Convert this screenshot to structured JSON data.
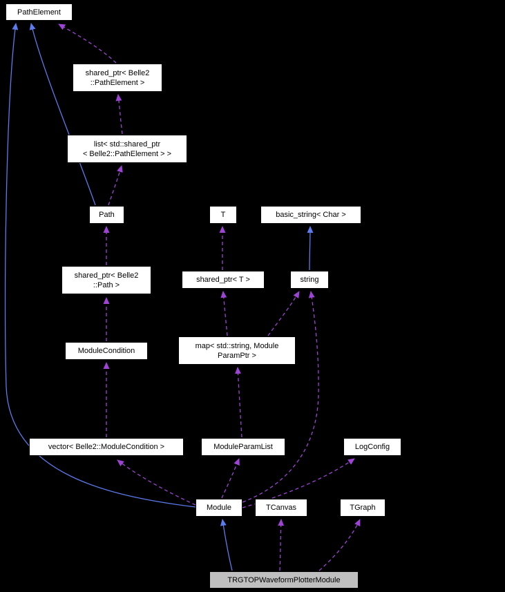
{
  "diagram_type": "collaboration-graph",
  "nodes": {
    "pathelement": {
      "label": "PathElement"
    },
    "shared_ptr_pathelement": {
      "label": "shared_ptr< Belle2\n::PathElement >"
    },
    "list_shared_ptr_pathelement": {
      "label": "list< std::shared_ptr\n< Belle2::PathElement > >"
    },
    "path": {
      "label": "Path"
    },
    "shared_ptr_path": {
      "label": "shared_ptr< Belle2\n::Path >"
    },
    "modulecondition": {
      "label": "ModuleCondition"
    },
    "vector_modulecondition": {
      "label": "vector< Belle2::ModuleCondition >"
    },
    "t": {
      "label": "T"
    },
    "shared_ptr_t": {
      "label": "shared_ptr< T >"
    },
    "map_moduleparamptr": {
      "label": "map< std::string, Module\nParamPtr >"
    },
    "moduleparamlist": {
      "label": "ModuleParamList"
    },
    "basic_string_char": {
      "label": "basic_string< Char >"
    },
    "string": {
      "label": "string"
    },
    "logconfig": {
      "label": "LogConfig"
    },
    "module": {
      "label": "Module"
    },
    "tcanvas": {
      "label": "TCanvas"
    },
    "tgraph": {
      "label": "TGraph"
    },
    "trgtopwaveformplottermodule": {
      "label": "TRGTOPWaveformPlotterModule"
    }
  },
  "edges": [
    {
      "from": "shared_ptr_pathelement",
      "to": "pathelement",
      "type": "usage"
    },
    {
      "from": "list_shared_ptr_pathelement",
      "to": "shared_ptr_pathelement",
      "type": "usage"
    },
    {
      "from": "path",
      "to": "list_shared_ptr_pathelement",
      "type": "usage"
    },
    {
      "from": "path",
      "to": "pathelement",
      "type": "inheritance"
    },
    {
      "from": "shared_ptr_path",
      "to": "path",
      "type": "usage"
    },
    {
      "from": "modulecondition",
      "to": "shared_ptr_path",
      "type": "usage"
    },
    {
      "from": "vector_modulecondition",
      "to": "modulecondition",
      "type": "usage"
    },
    {
      "from": "module",
      "to": "vector_modulecondition",
      "type": "usage"
    },
    {
      "from": "shared_ptr_t",
      "to": "t",
      "type": "usage"
    },
    {
      "from": "map_moduleparamptr",
      "to": "shared_ptr_t",
      "type": "usage"
    },
    {
      "from": "map_moduleparamptr",
      "to": "string",
      "type": "usage"
    },
    {
      "from": "string",
      "to": "basic_string_char",
      "type": "inheritance"
    },
    {
      "from": "moduleparamlist",
      "to": "map_moduleparamptr",
      "type": "usage"
    },
    {
      "from": "module",
      "to": "moduleparamlist",
      "type": "usage"
    },
    {
      "from": "module",
      "to": "string",
      "type": "usage"
    },
    {
      "from": "module",
      "to": "logconfig",
      "type": "usage"
    },
    {
      "from": "module",
      "to": "pathelement",
      "type": "inheritance"
    },
    {
      "from": "trgtopwaveformplottermodule",
      "to": "module",
      "type": "inheritance"
    },
    {
      "from": "trgtopwaveformplottermodule",
      "to": "tcanvas",
      "type": "usage"
    },
    {
      "from": "trgtopwaveformplottermodule",
      "to": "tgraph",
      "type": "usage"
    }
  ],
  "colors": {
    "background": "#000000",
    "node_fill": "#ffffff",
    "node_border": "#000000",
    "node_text": "#000000",
    "highlight_fill": "#bfbfbf",
    "inheritance_edge": "#5b7bee",
    "usage_edge": "#9d44d5"
  }
}
